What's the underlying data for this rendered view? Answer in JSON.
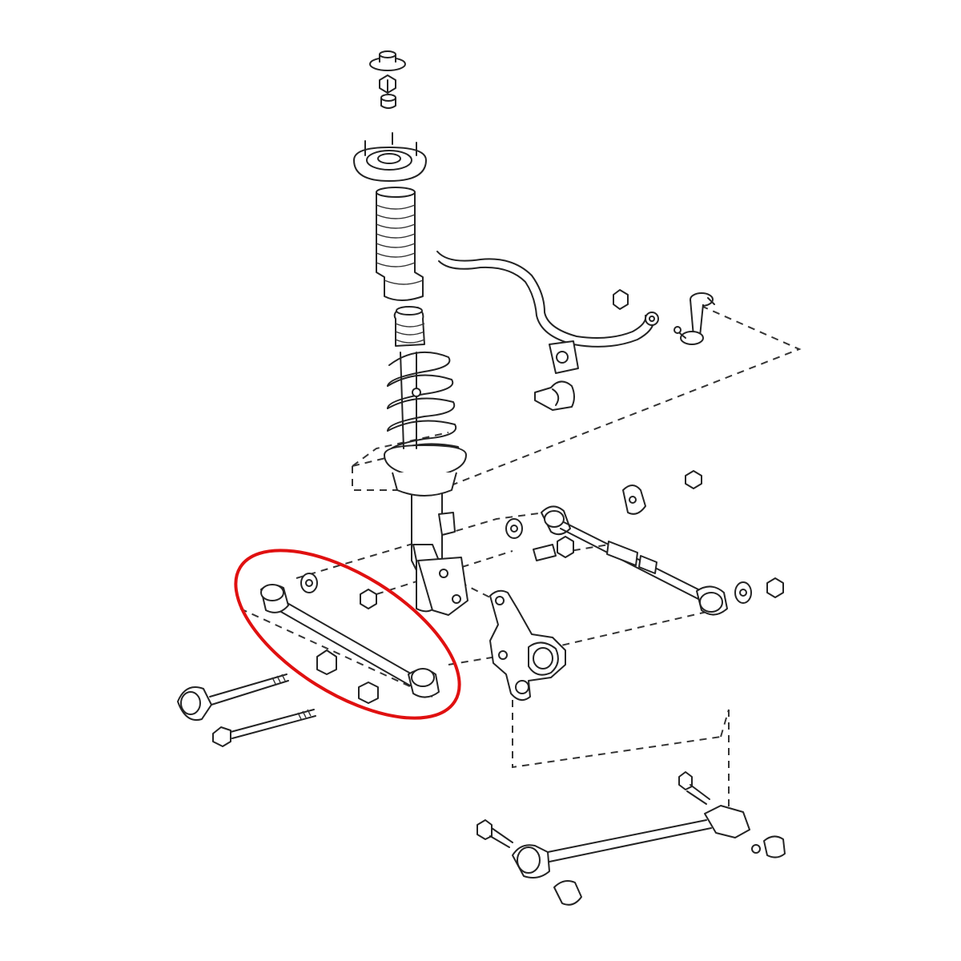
{
  "diagram": {
    "highlight_color": "#e01010",
    "line_color": "#222222",
    "background": "#ffffff",
    "parts": [
      "strut-mount-cap",
      "strut-nut",
      "strut-bushing",
      "upper-strut-mount",
      "dust-boot",
      "bump-stop",
      "coil-spring",
      "shock-absorber",
      "stabilizer-bar",
      "stabilizer-bushing",
      "stabilizer-bracket",
      "stabilizer-link",
      "rear-lateral-arm",
      "adjustable-lateral-arm",
      "steering-knuckle",
      "toe-adjust-cam",
      "long-bolts",
      "trailing-arm"
    ]
  }
}
